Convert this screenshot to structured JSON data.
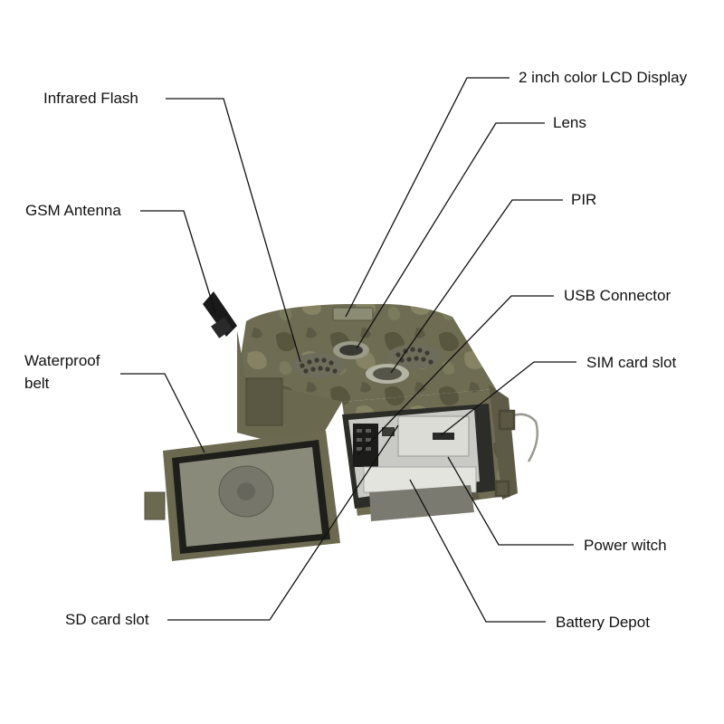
{
  "labels": {
    "infrared_flash": "Infrared Flash",
    "gsm_antenna": "GSM Antenna",
    "waterproof_belt": "Waterproof\nbelt",
    "sd_card_slot": "SD card slot",
    "lcd_display": "2 inch color LCD Display",
    "lens": "Lens",
    "pir": "PIR",
    "usb_connector": "USB Connector",
    "sim_card_slot": "SIM card slot",
    "power_switch": "Power witch",
    "battery_depot": "Battery Depot"
  },
  "colors": {
    "leader_line": "#111111",
    "camo_base": "#6e6c52",
    "camo_dark": "#4f4d3a",
    "camo_light": "#8a8868",
    "interior": "#cfd0cc",
    "ir_led": "#3c3a32"
  }
}
